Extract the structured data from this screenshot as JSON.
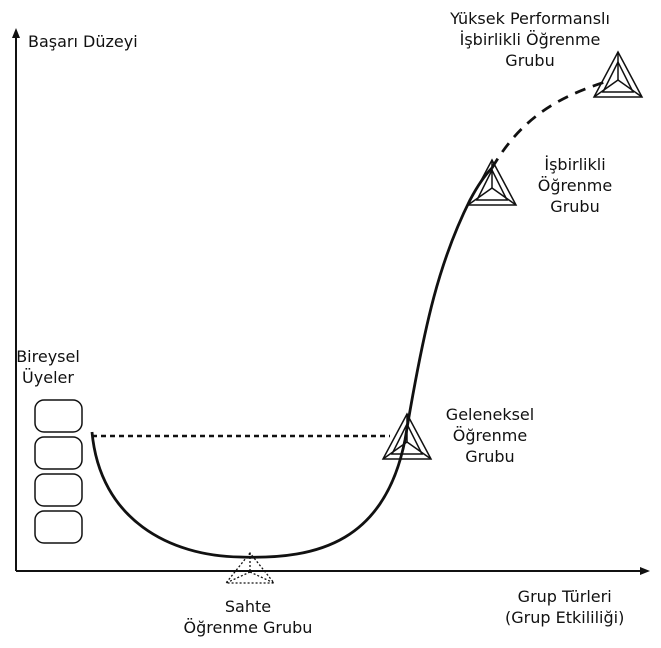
{
  "axes": {
    "y_label": "Başarı Düzeyi",
    "x_label": [
      "Grup Türleri",
      "(Grup Etkililiği)"
    ]
  },
  "groups": {
    "individual": [
      "Bireysel",
      "Üyeler"
    ],
    "pseudo": [
      "Sahte",
      "Öğrenme Grubu"
    ],
    "traditional": [
      "Geleneksel",
      "Öğrenme",
      "Grubu"
    ],
    "cooperative": [
      "İşbirlikli",
      "Öğrenme",
      "Grubu"
    ],
    "high_performance": [
      "Yüksek Performanslı",
      "İşbirlikli Öğrenme",
      "Grubu"
    ]
  },
  "colors": {
    "ink": "#111111",
    "background": "#ffffff"
  }
}
